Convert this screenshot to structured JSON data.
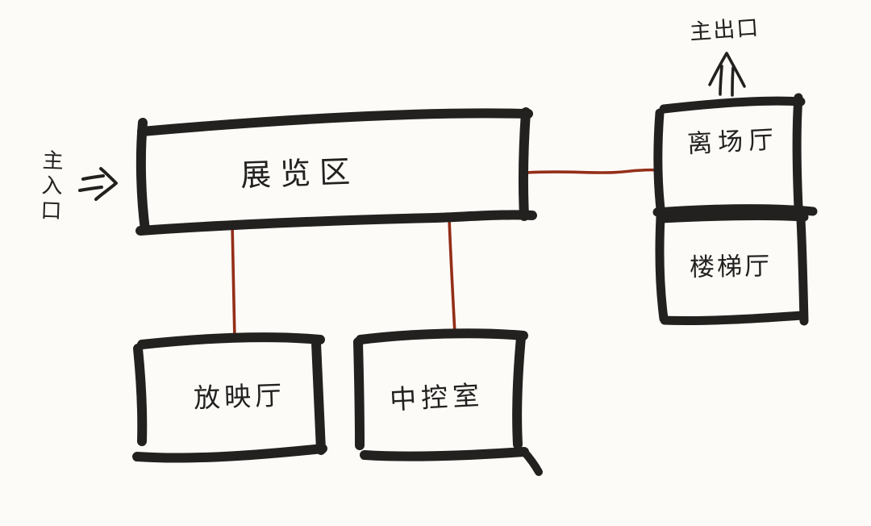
{
  "colors": {
    "background": "#fcfbf8",
    "ink": "#232120",
    "connector": "#942e18"
  },
  "nodes": {
    "exhibition_area": {
      "label": "展览区"
    },
    "projection_hall": {
      "label": "放映厅"
    },
    "control_room": {
      "label": "中控室"
    },
    "departure_hall": {
      "label": "离场厅"
    },
    "stair_hall": {
      "label": "楼梯厅"
    }
  },
  "annotations": {
    "main_entrance": {
      "label": "主入口",
      "arrow_direction": "right"
    },
    "main_exit": {
      "label": "主出口",
      "arrow_direction": "up"
    }
  },
  "connections": [
    {
      "from": "exhibition_area",
      "to": "projection_hall",
      "style": "red-line"
    },
    {
      "from": "exhibition_area",
      "to": "control_room",
      "style": "red-line"
    },
    {
      "from": "exhibition_area",
      "to": "departure_hall",
      "style": "red-line"
    }
  ]
}
